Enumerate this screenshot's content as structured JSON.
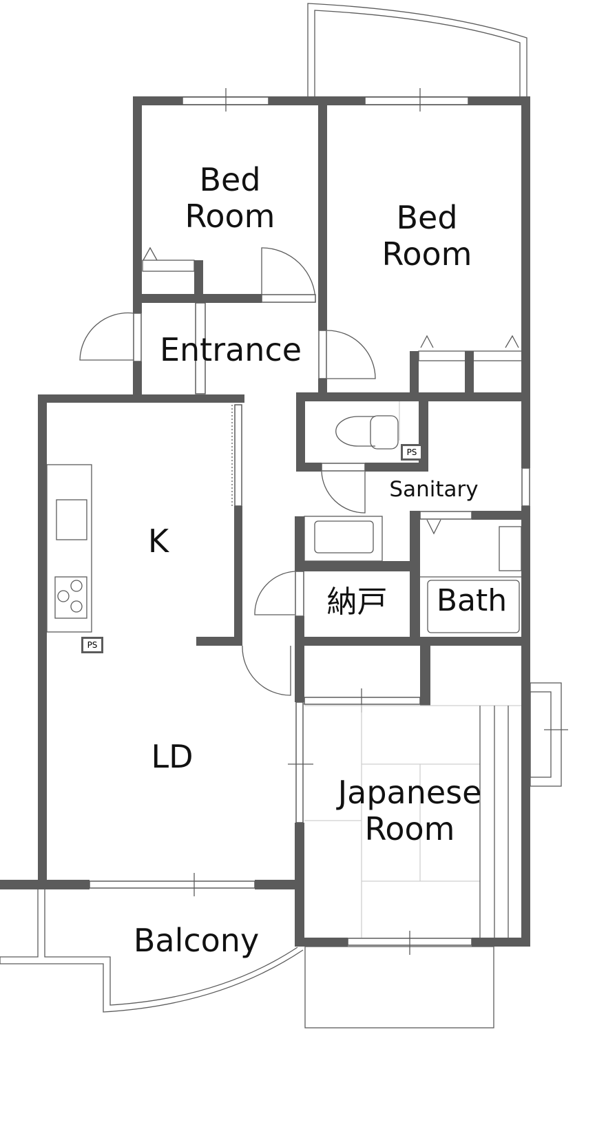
{
  "rooms": {
    "bedroom1": "Bed\nRoom",
    "bedroom2": "Bed\nRoom",
    "entrance": "Entrance",
    "kitchen": "K",
    "living_dining": "LD",
    "sanitary": "Sanitary",
    "storage": "納戸",
    "bath": "Bath",
    "japanese_room": "Japanese\nRoom",
    "balcony": "Balcony"
  },
  "labels": {
    "ps_toilet": "PS",
    "ps_kitchen": "PS"
  },
  "colors": {
    "wall": "#5b5b5b"
  }
}
